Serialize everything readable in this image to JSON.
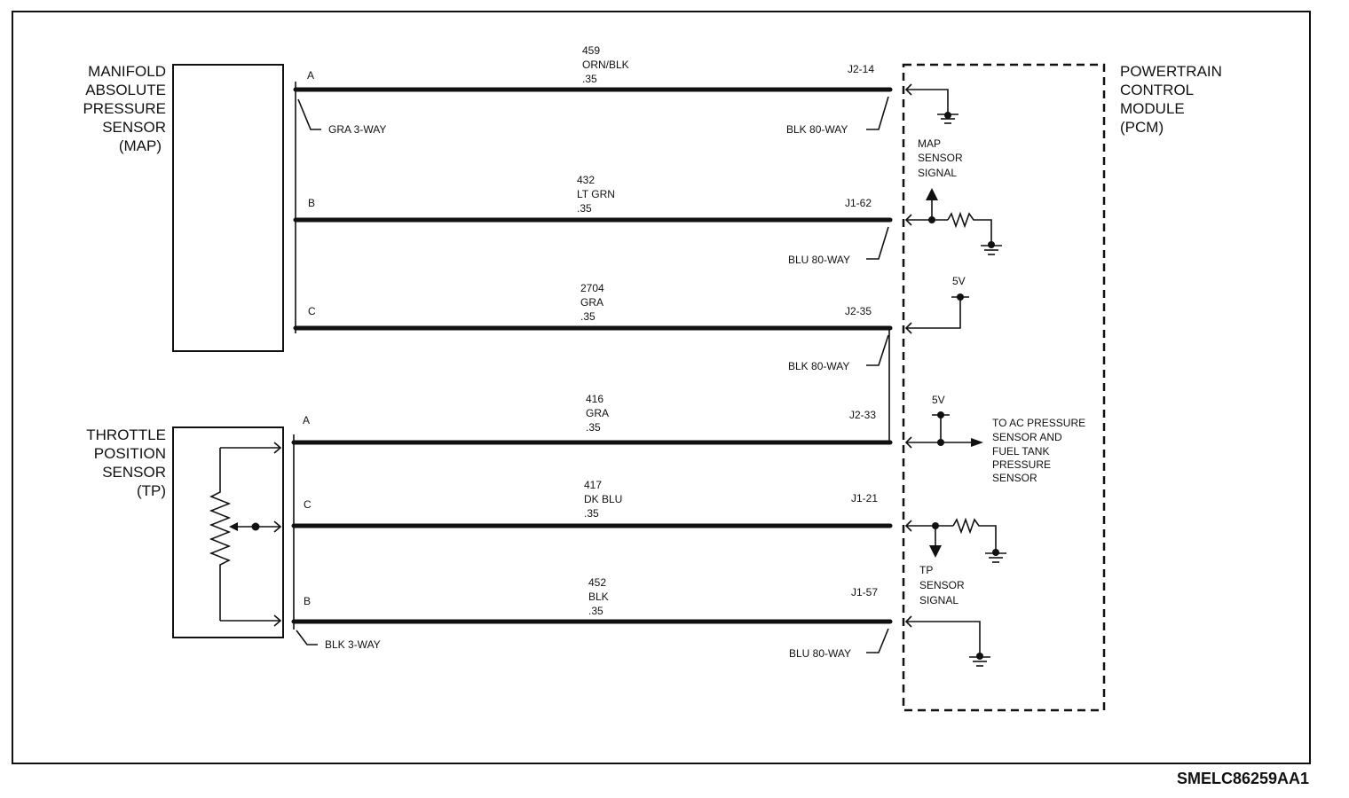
{
  "components": {
    "map_sensor": [
      "MANIFOLD",
      "ABSOLUTE",
      "PRESSURE",
      "SENSOR",
      "(MAP)"
    ],
    "tp_sensor": [
      "THROTTLE",
      "POSITION",
      "SENSOR",
      "(TP)"
    ],
    "pcm": [
      "POWERTRAIN",
      "CONTROL",
      "MODULE",
      "(PCM)"
    ]
  },
  "circuits": [
    {
      "pin": "A",
      "number": "459",
      "color": "ORN/BLK",
      "gauge": ".35",
      "pcm_pin": "J2-14"
    },
    {
      "pin": "B",
      "number": "432",
      "color": "LT GRN",
      "gauge": ".35",
      "pcm_pin": "J1-62"
    },
    {
      "pin": "C",
      "number": "2704",
      "color": "GRA",
      "gauge": ".35",
      "pcm_pin": "J2-35"
    },
    {
      "pin": "A",
      "number": "416",
      "color": "GRA",
      "gauge": ".35",
      "pcm_pin": "J2-33"
    },
    {
      "pin": "C",
      "number": "417",
      "color": "DK BLU",
      "gauge": ".35",
      "pcm_pin": "J1-21"
    },
    {
      "pin": "B",
      "number": "452",
      "color": "BLK",
      "gauge": ".35",
      "pcm_pin": "J1-57"
    }
  ],
  "connectors": {
    "map_connector": "GRA 3-WAY",
    "tp_connector": "BLK 3-WAY",
    "pcm_c1": "BLK 80-WAY",
    "pcm_c2": "BLU 80-WAY",
    "pcm_c3": "BLK 80-WAY",
    "pcm_c4": "BLU 80-WAY"
  },
  "internal": {
    "map_signal": [
      "MAP",
      "SENSOR",
      "SIGNAL"
    ],
    "v5_a": "5V",
    "v5_b": "5V",
    "ac_note": [
      "TO AC PRESSURE",
      "SENSOR AND",
      "FUEL TANK",
      "PRESSURE",
      "SENSOR"
    ],
    "tp_signal": [
      "TP",
      "SENSOR",
      "SIGNAL"
    ]
  },
  "figure_id": "SMELC86259AA1"
}
